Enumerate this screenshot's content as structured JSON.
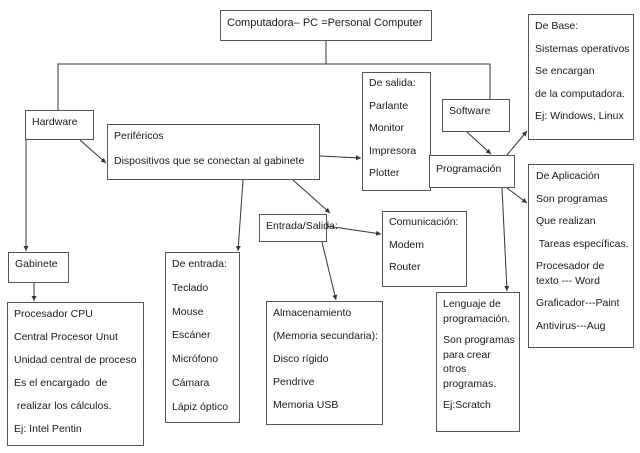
{
  "diagram": {
    "title": "Computadora– PC =Personal Computer",
    "nodes": {
      "root": {
        "lines": [
          "Computadora–  PC =Personal  Computer"
        ]
      },
      "hardware": {
        "lines": [
          "Hardware"
        ]
      },
      "perifericos": {
        "lines": [
          "Periféricos",
          "Dispositivos  que se conectan al gabinete"
        ]
      },
      "salida": {
        "lines": [
          "De salida:",
          "Parlante",
          "Monitor",
          "Impresora",
          "Plotter"
        ]
      },
      "software": {
        "lines": [
          "Software"
        ]
      },
      "base": {
        "lines": [
          "De Base:",
          "Sistemas operativos",
          "Se encargan",
          "de la computadora.",
          "Ej: Windows,  Linux"
        ]
      },
      "programacion": {
        "lines": [
          "Programación"
        ]
      },
      "aplicacion": {
        "lines": [
          "De Aplicación",
          "Son programas",
          "Que realizan",
          " Tareas específicas.",
          "Procesador de",
          "texto --- Word",
          "Graficador---Paint",
          "Antivirus---Aug"
        ]
      },
      "entrada_salida": {
        "lines": [
          "Entrada/Salida:"
        ]
      },
      "comunicacion": {
        "lines": [
          "Comunicación:",
          "Modem",
          "Router"
        ]
      },
      "gabinete": {
        "lines": [
          "Gabinete"
        ]
      },
      "cpu": {
        "lines": [
          "Procesador CPU",
          "Central Procesor Unut",
          "Unidad central de proceso",
          "Es el encargado  de",
          " realizar los cálculos.",
          "Ej: Intel Pentin"
        ]
      },
      "entrada": {
        "lines": [
          "De entrada:",
          "Teclado",
          "Mouse",
          "Escáner",
          "Micrófono",
          "Cámara",
          "Lápiz óptico"
        ]
      },
      "almacenamiento": {
        "lines": [
          "Almacenamiento",
          "(Memoria secundaria):",
          "Disco rígido",
          "Pendrive",
          "Memoria USB"
        ]
      },
      "lenguaje": {
        "lines": [
          "Lenguaje de",
          "programación.",
          "Son programas",
          "para crear",
          "otros",
          "programas.",
          "Ej:Scratch"
        ]
      }
    },
    "edges": [
      {
        "from": "root",
        "to": "hardware",
        "arrow": false
      },
      {
        "from": "root",
        "to": "software",
        "arrow": false
      },
      {
        "from": "hardware",
        "to": "perifericos",
        "arrow": true
      },
      {
        "from": "hardware",
        "to": "gabinete",
        "arrow": true
      },
      {
        "from": "perifericos",
        "to": "salida",
        "arrow": true
      },
      {
        "from": "perifericos",
        "to": "entrada",
        "arrow": true
      },
      {
        "from": "perifericos",
        "to": "entrada_salida",
        "arrow": true
      },
      {
        "from": "entrada_salida",
        "to": "comunicacion",
        "arrow": true
      },
      {
        "from": "entrada_salida",
        "to": "almacenamiento",
        "arrow": true
      },
      {
        "from": "gabinete",
        "to": "cpu",
        "arrow": true
      },
      {
        "from": "software",
        "to": "programacion",
        "arrow": true
      },
      {
        "from": "programacion",
        "to": "base",
        "arrow": true
      },
      {
        "from": "programacion",
        "to": "aplicacion",
        "arrow": true
      },
      {
        "from": "programacion",
        "to": "lenguaje",
        "arrow": true
      }
    ],
    "colors": {
      "line": "#333333",
      "border": "#555555",
      "text": "#1a1a1a"
    }
  }
}
